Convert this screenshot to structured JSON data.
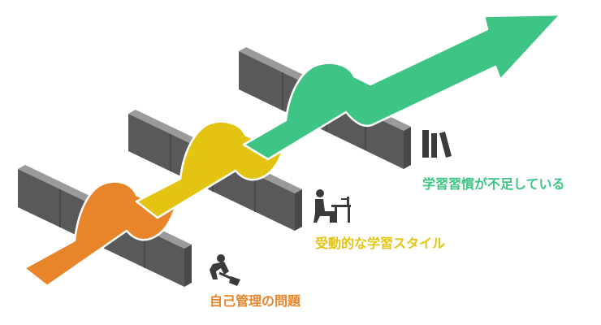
{
  "colors": {
    "orange": "#E8852B",
    "yellow": "#E3C413",
    "green": "#3EC484",
    "block_top": "#9A9A9A",
    "block_front": "#595959",
    "block_side": "#484848",
    "icon": "#3A3A3A"
  },
  "stages": [
    {
      "label": "自己管理の問題",
      "icon": "person-shoveling-icon",
      "color": "#E8852B"
    },
    {
      "label": "受動的な学習スタイル",
      "icon": "person-at-desk-icon",
      "color": "#E3C413"
    },
    {
      "label": "学習習慣が不足している",
      "icon": "books-icon",
      "color": "#3EC484"
    }
  ]
}
